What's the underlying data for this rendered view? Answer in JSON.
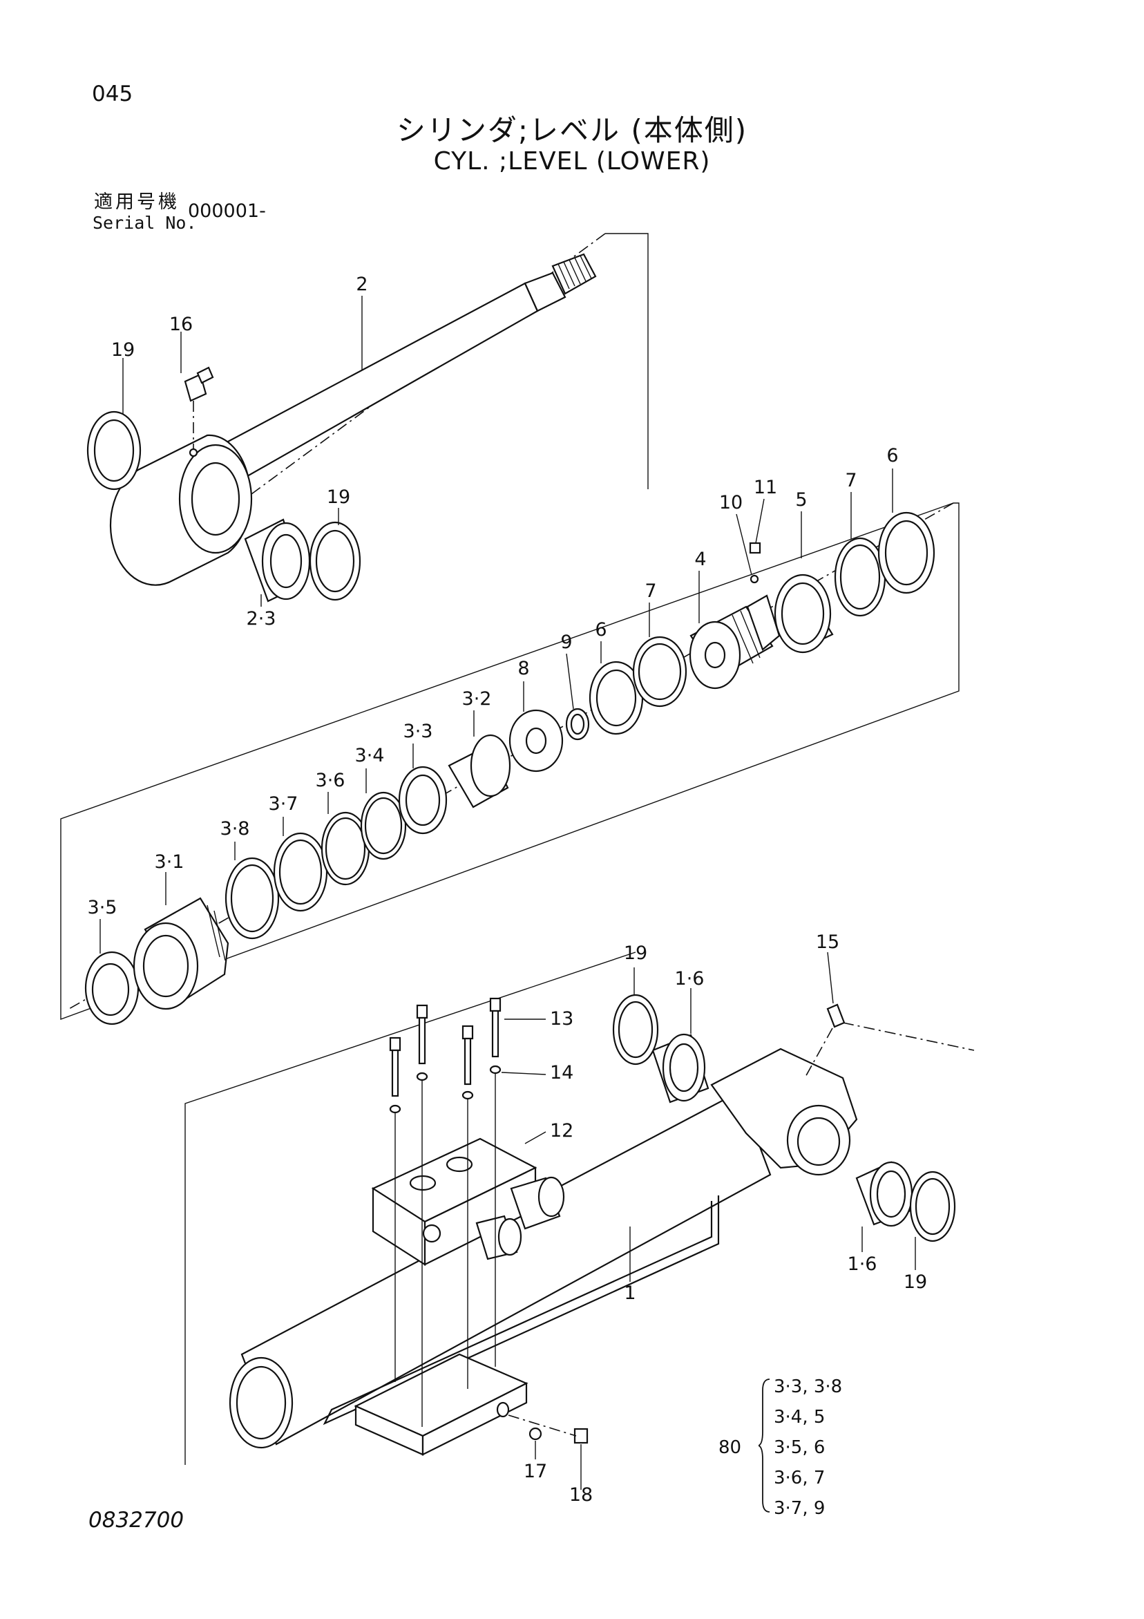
{
  "header": {
    "page_number": "045",
    "title_jp": "シリンダ;レベル (本体側)",
    "title_en": "CYL. ;LEVEL (LOWER)",
    "serial_label_jp": "適用号機",
    "serial_label_en": "Serial No.",
    "serial_value": "000001-"
  },
  "callouts": {
    "c1": "1",
    "c1_6a": "1·6",
    "c1_6b": "1·6",
    "c2": "2",
    "c2_3": "2·3",
    "c3_1": "3·1",
    "c3_2": "3·2",
    "c3_3": "3·3",
    "c3_4": "3·4",
    "c3_5": "3·5",
    "c3_6": "3·6",
    "c3_7": "3·7",
    "c3_8": "3·8",
    "c4": "4",
    "c5": "5",
    "c6a": "6",
    "c6b": "6",
    "c7a": "7",
    "c7b": "7",
    "c8": "8",
    "c9": "9",
    "c10": "10",
    "c11": "11",
    "c12": "12",
    "c13": "13",
    "c14": "14",
    "c15": "15",
    "c16": "16",
    "c17": "17",
    "c18": "18",
    "c19a": "19",
    "c19b": "19",
    "c19c": "19",
    "c19d": "19"
  },
  "seal_kit": {
    "quantity_label": "80",
    "rows": [
      "3·3,  3·8",
      "3·4,  5",
      "3·5,  6",
      "3·6,  7",
      "3·7,  9"
    ]
  },
  "footer": {
    "drawing_number": "0832700"
  },
  "icons": {
    "kit_brace": "curly-brace-icon"
  }
}
